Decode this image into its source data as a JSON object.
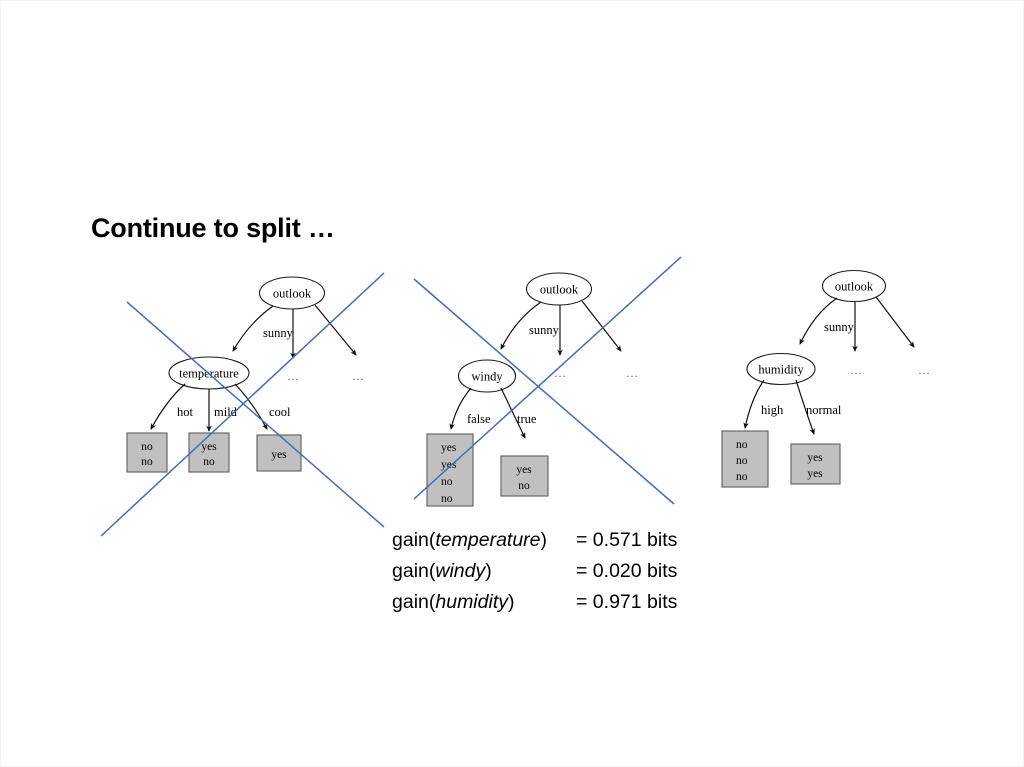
{
  "slide": {
    "title": "Continue to split …",
    "background": "#ffffff"
  },
  "colors": {
    "strike": "#3f6db3",
    "node_fill": "#ffffff",
    "node_stroke": "#1a1a1a",
    "leaf_fill": "#c0c0c0",
    "leaf_stroke": "#5e5e5e",
    "text": "#000000"
  },
  "trees": [
    {
      "id": "tree-temperature",
      "struck_out": true,
      "root": {
        "label": "outlook"
      },
      "child": {
        "label": "temperature"
      },
      "root_edge_labels": [
        "sunny"
      ],
      "root_ellipsis": [
        "…",
        "…"
      ],
      "branch_labels": [
        "hot",
        "mild",
        "cool"
      ],
      "leaves": [
        {
          "values": [
            "no",
            "no"
          ]
        },
        {
          "values": [
            "yes",
            "no"
          ]
        },
        {
          "values": [
            "yes"
          ]
        }
      ]
    },
    {
      "id": "tree-windy",
      "struck_out": true,
      "root": {
        "label": "outlook"
      },
      "child": {
        "label": "windy"
      },
      "root_edge_labels": [
        "sunny"
      ],
      "root_ellipsis": [
        "…",
        "…"
      ],
      "branch_labels": [
        "false",
        "true"
      ],
      "leaves": [
        {
          "values": [
            "yes",
            "yes",
            "no",
            "no"
          ]
        },
        {
          "values": [
            "yes",
            "no"
          ]
        }
      ]
    },
    {
      "id": "tree-humidity",
      "struck_out": false,
      "root": {
        "label": "outlook"
      },
      "child": {
        "label": "humidity"
      },
      "root_edge_labels": [
        "sunny"
      ],
      "root_ellipsis": [
        "…",
        "…"
      ],
      "branch_labels": [
        "high",
        "normal"
      ],
      "leaves": [
        {
          "values": [
            "no",
            "no",
            "no"
          ]
        },
        {
          "values": [
            "yes",
            "yes"
          ]
        }
      ]
    }
  ],
  "gains": [
    {
      "name": "temperature",
      "value": "= 0.571 bits"
    },
    {
      "name": "windy",
      "value": "= 0.020 bits"
    },
    {
      "name": "humidity",
      "value": "= 0.971 bits"
    }
  ],
  "chart_data": {
    "type": "table",
    "title": "Information gain of candidate splits under outlook=sunny",
    "categories": [
      "temperature",
      "windy",
      "humidity"
    ],
    "values": [
      0.571,
      0.02,
      0.971
    ],
    "unit": "bits",
    "selected": "humidity",
    "rejected": [
      "temperature",
      "windy"
    ]
  }
}
